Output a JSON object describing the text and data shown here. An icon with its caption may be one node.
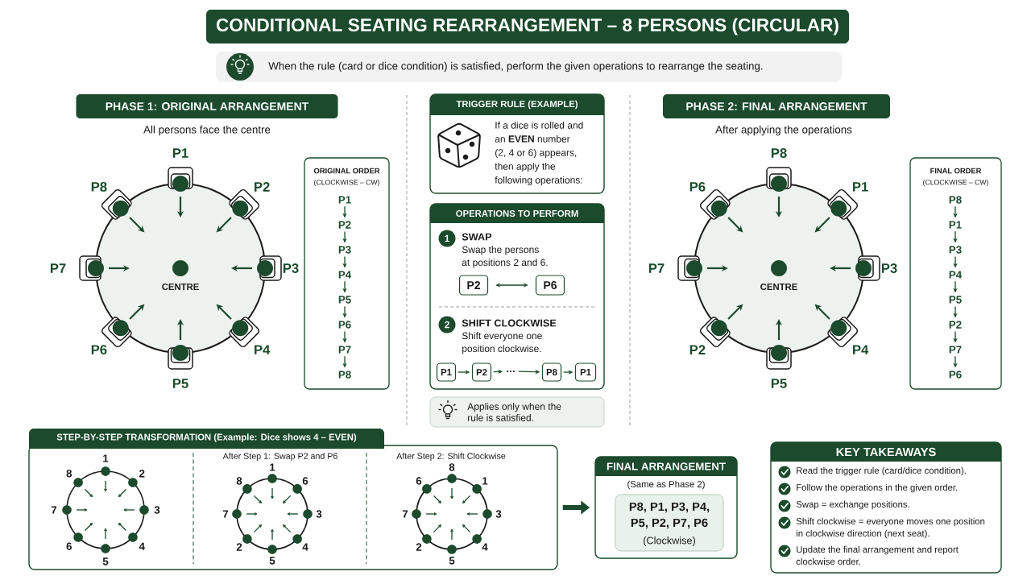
{
  "diagram": {
    "title": "CONDITIONAL SEATING REARRANGEMENT – 8 PERSONS (CIRCULAR)",
    "nodes": [
      {
        "text": [
          "When the rule (card or dice condition) is satisfied, perform the given operations to rearrange the seating."
        ]
      },
      {
        "text": [
          "PHASE 1: ORIGINAL ARRANGEMENT"
        ],
        "beside": [
          "All persons face the centre"
        ]
      },
      {
        "text": [
          "CENTRE"
        ]
      },
      {
        "text": [
          "ORIGINAL ORDER",
          "(CLOCKWISE – CW)"
        ]
      },
      {
        "text": [
          "P1"
        ],
        "in": 3
      },
      {
        "text": [
          "P2"
        ],
        "in": 3
      },
      {
        "text": [
          "P3"
        ],
        "in": 3
      },
      {
        "text": [
          "P4"
        ],
        "in": 3
      },
      {
        "text": [
          "P5"
        ],
        "in": 3
      },
      {
        "text": [
          "P6"
        ],
        "in": 3
      },
      {
        "text": [
          "P7"
        ],
        "in": 3
      },
      {
        "text": [
          "P8"
        ],
        "in": 3
      },
      {
        "text": [
          "TRIGGER RULE (EXAMPLE)",
          "If a dice is rolled and an **EVEN** number (2, 4 or 6) appears, then apply the following operations:"
        ]
      },
      {
        "text": [
          "OPERATIONS TO PERFORM"
        ]
      },
      {
        "text": [
          "1"
        ],
        "in": 13,
        "beside": [
          "SWAP",
          "Swap the persons at positions 2 and 6."
        ]
      },
      {
        "text": [
          "P2"
        ],
        "in": 13
      },
      {
        "text": [
          "P6"
        ],
        "in": 13
      },
      {
        "text": [
          "2"
        ],
        "in": 13,
        "beside": [
          "SHIFT CLOCKWISE",
          "Shift everyone one position clockwise."
        ]
      },
      {
        "text": [
          "P1"
        ],
        "in": 13
      },
      {
        "text": [
          "P2"
        ],
        "in": 13
      },
      {
        "text": [
          "…"
        ],
        "in": 13
      },
      {
        "text": [
          "P8"
        ],
        "in": 13
      },
      {
        "text": [
          "P1"
        ],
        "in": 13
      },
      {
        "text": [
          "Applies only when the rule is satisfied."
        ]
      },
      {
        "text": [
          "PHASE 2: FINAL ARRANGEMENT"
        ],
        "beside": [
          "After applying the operations"
        ]
      },
      {
        "text": [
          "CENTRE"
        ]
      },
      {
        "text": [
          "FINAL ORDER",
          "(CLOCKWISE – CW)"
        ]
      },
      {
        "text": [
          "P8"
        ],
        "in": 26
      },
      {
        "text": [
          "P1"
        ],
        "in": 26
      },
      {
        "text": [
          "P3"
        ],
        "in": 26
      },
      {
        "text": [
          "P4"
        ],
        "in": 26
      },
      {
        "text": [
          "P5"
        ],
        "in": 26
      },
      {
        "text": [
          "P2"
        ],
        "in": 26
      },
      {
        "text": [
          "P7"
        ],
        "in": 26
      },
      {
        "text": [
          "P6"
        ],
        "in": 26
      },
      {
        "text": [
          "STEP-BY-STEP TRANSFORMATION (Example: Dice shows 4 – EVEN)"
        ]
      },
      {
        "text": [
          "FINAL ARRANGEMENT",
          "(Same as Phase 2)"
        ]
      },
      {
        "text": [
          "P8, P1, P3, P4, P5, P2, P7, P6",
          "(Clockwise)"
        ],
        "in": 36
      },
      {
        "text": [
          "KEY TAKEAWAYS",
          "Read the trigger rule (card/dice condition).",
          "Follow the operations in the given order.",
          "Swap = exchange positions.",
          "Shift clockwise = everyone moves one position in clockwise direction (next seat).",
          "Update the final arrangement and report clockwise order."
        ]
      }
    ],
    "edges": [
      {
        "from": 4,
        "to": 5,
        "arrow": "to"
      },
      {
        "from": 5,
        "to": 6,
        "arrow": "to"
      },
      {
        "from": 6,
        "to": 7,
        "arrow": "to"
      },
      {
        "from": 7,
        "to": 8,
        "arrow": "to"
      },
      {
        "from": 8,
        "to": 9,
        "arrow": "to"
      },
      {
        "from": 9,
        "to": 10,
        "arrow": "to"
      },
      {
        "from": 10,
        "to": 11,
        "arrow": "to"
      },
      {
        "from": 15,
        "to": 16,
        "arrow": "both"
      },
      {
        "from": 18,
        "to": 19,
        "arrow": "to"
      },
      {
        "from": 19,
        "to": 20,
        "arrow": "to"
      },
      {
        "from": 20,
        "to": 21,
        "arrow": "to"
      },
      {
        "from": 21,
        "to": 22,
        "arrow": "to"
      },
      {
        "from": 27,
        "to": 28,
        "arrow": "to"
      },
      {
        "from": 28,
        "to": 29,
        "arrow": "to"
      },
      {
        "from": 29,
        "to": 30,
        "arrow": "to"
      },
      {
        "from": 30,
        "to": 31,
        "arrow": "to"
      },
      {
        "from": 31,
        "to": 32,
        "arrow": "to"
      },
      {
        "from": 32,
        "to": 33,
        "arrow": "to"
      },
      {
        "from": 33,
        "to": 34,
        "arrow": "to"
      },
      {
        "from": 35,
        "to": 36,
        "arrow": "to",
        "style": "thick"
      }
    ],
    "labels": [
      "P1",
      "P2",
      "P3",
      "P4",
      "P5",
      "P6",
      "P7",
      "P8",
      "P8",
      "P1",
      "P3",
      "P4",
      "P5",
      "P2",
      "P7",
      "P6",
      "1",
      "2",
      "3",
      "4",
      "5",
      "6",
      "7",
      "8",
      "After Step 1: Swap P2 and P6",
      "1",
      "6",
      "3",
      "4",
      "5",
      "2",
      "7",
      "8",
      "After Step 2: Shift Clockwise",
      "8",
      "1",
      "3",
      "4",
      "5",
      "2",
      "7",
      "6"
    ]
  }
}
